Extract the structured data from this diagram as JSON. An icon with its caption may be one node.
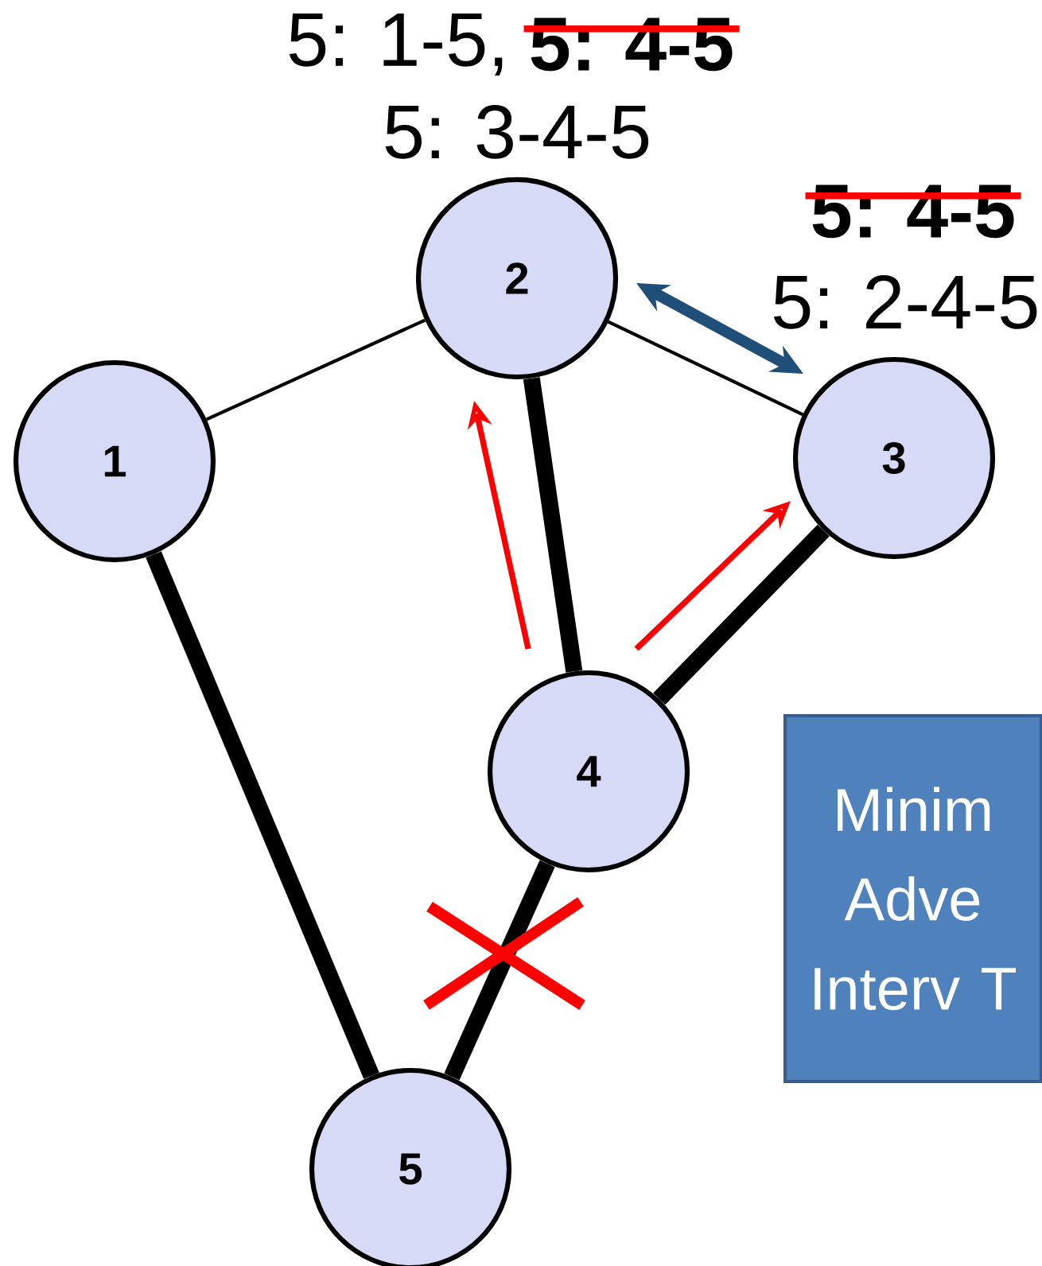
{
  "diagram": {
    "nodes": [
      {
        "text": [
          "1"
        ]
      },
      {
        "text": [
          "2"
        ],
        "beside": [
          "5: 1-5,",
          "5: 4-5",
          "5: 3-4-5"
        ]
      },
      {
        "text": [
          "3"
        ],
        "beside": [
          "5: 4-5",
          "5: 2-4-5"
        ]
      },
      {
        "text": [
          "4"
        ]
      },
      {
        "text": [
          "5"
        ]
      },
      {
        "text": [
          "Minim Adve Interv T"
        ]
      }
    ],
    "edges": [
      {
        "from": 0,
        "to": 1,
        "arrow": "none"
      },
      {
        "from": 1,
        "to": 2,
        "arrow": "none"
      },
      {
        "from": 0,
        "to": 4,
        "arrow": "none"
      },
      {
        "from": 1,
        "to": 3,
        "arrow": "none"
      },
      {
        "from": 2,
        "to": 3,
        "arrow": "none"
      },
      {
        "from": 3,
        "to": 4,
        "arrow": "none"
      },
      {
        "from": 3,
        "to": 1,
        "arrow": "to",
        "color": "#ff0000"
      },
      {
        "from": 3,
        "to": 2,
        "arrow": "to",
        "color": "#ff0000"
      },
      {
        "from": 1,
        "to": 2,
        "arrow": "both",
        "color": "#1f4e79"
      }
    ]
  }
}
